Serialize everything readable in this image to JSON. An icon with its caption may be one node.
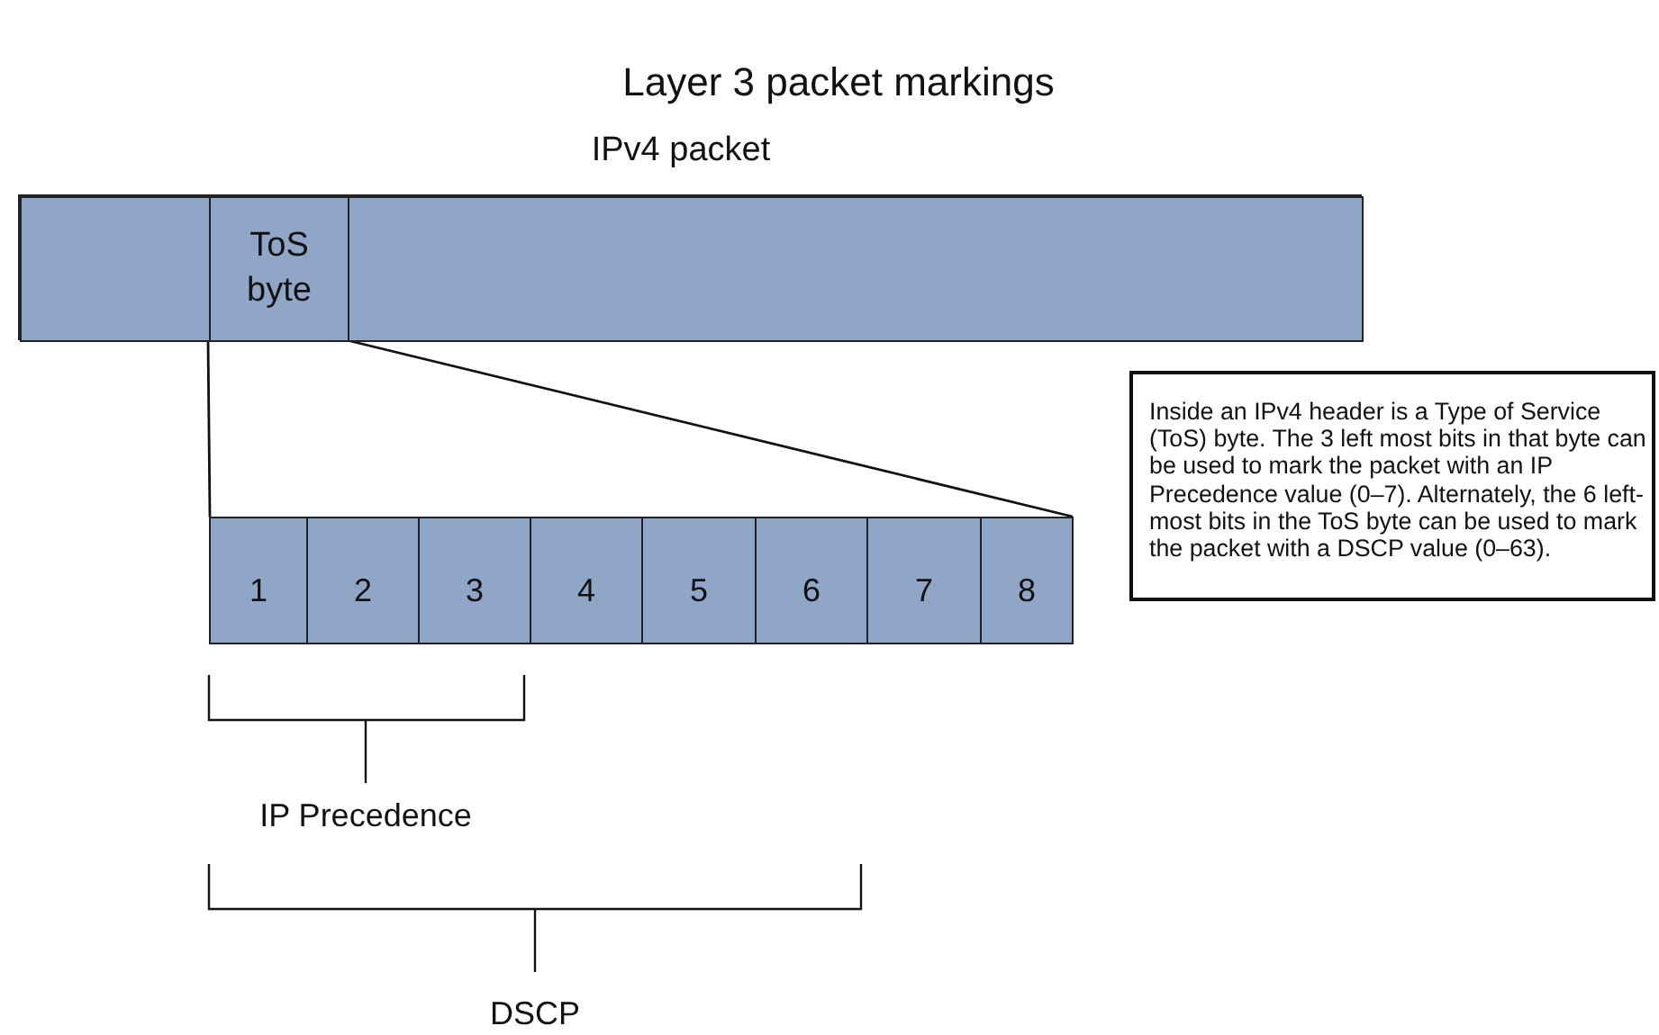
{
  "diagram": {
    "title": "Layer 3 packet markings",
    "nodes": [
      {
        "text": [
          "IPv4 packet"
        ]
      },
      {
        "text": [],
        "shape": "box",
        "in": 0
      },
      {
        "text": [
          "ToS byte"
        ],
        "in": 0
      },
      {
        "text": [],
        "shape": "box",
        "in": 0
      },
      {
        "text": [
          "1"
        ]
      },
      {
        "text": [
          "2"
        ]
      },
      {
        "text": [
          "3"
        ]
      },
      {
        "text": [
          "4"
        ]
      },
      {
        "text": [
          "5"
        ]
      },
      {
        "text": [
          "6"
        ]
      },
      {
        "text": [
          "7"
        ]
      },
      {
        "text": [
          "8"
        ]
      },
      {
        "text": [
          "Inside an IPv4 header is a Type of Service (ToS) byte. The 3 left most bits in that byte can be used to mark the packet with an IP Precedence value (0–7). Alternately, the 6 left-most bits in the ToS byte can be used to mark the packet with a DSCP value (0–63)."
        ]
      }
    ],
    "edges": [
      {
        "from": 2,
        "to": 4,
        "arrow": "none"
      },
      {
        "from": 2,
        "to": 11,
        "arrow": "none"
      }
    ],
    "labels": [
      "IP Precedence",
      "DSCP"
    ]
  }
}
